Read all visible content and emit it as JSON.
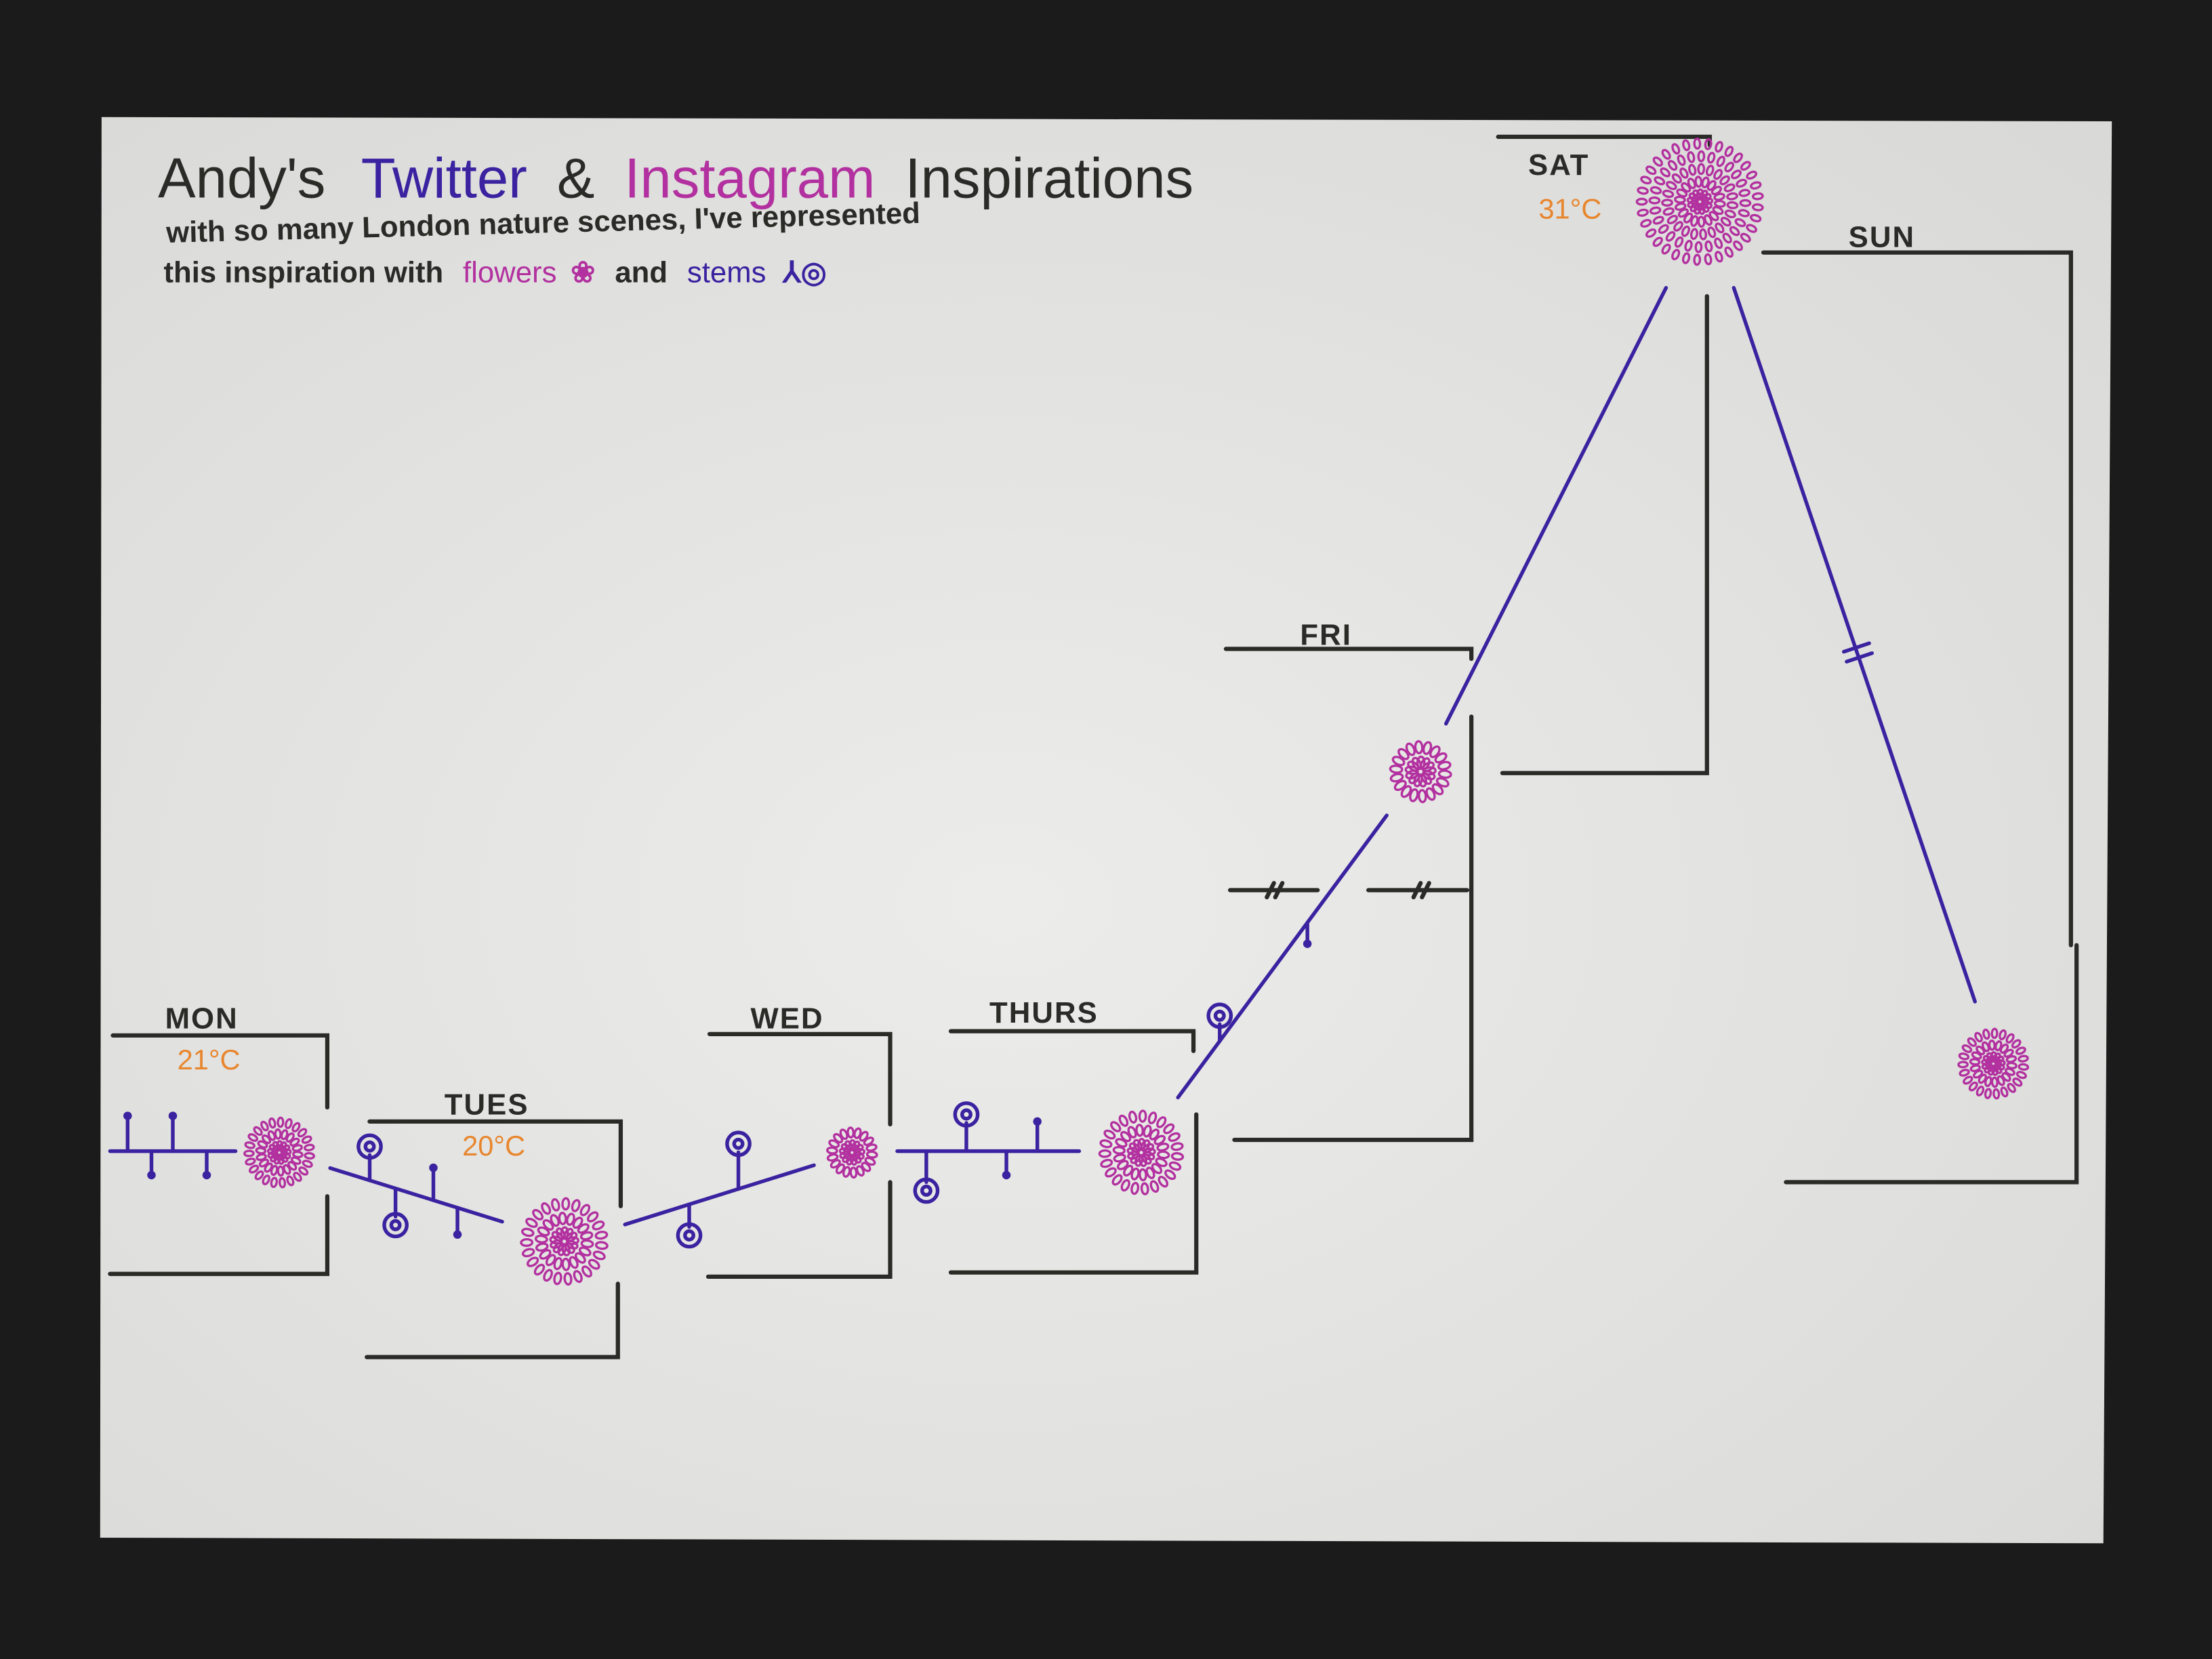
{
  "title": {
    "part1": "Andy's",
    "part2": "Twitter",
    "part3": "&",
    "part4": "Instagram",
    "part5": "Inspirations"
  },
  "subtitle": {
    "line1": "with so many London nature scenes, I've represented",
    "line2_a": "this inspiration with",
    "line2_flowers": "flowers",
    "line2_b": "and",
    "line2_stems": "stems"
  },
  "colors": {
    "ink": "#2a2a26",
    "twitter": "#3a22a0",
    "instagram": "#b2309f",
    "temperature": "#e8862e",
    "paper": "#e4e4e2",
    "background": "#1b1b1b"
  },
  "chart_data": {
    "type": "line",
    "title": "Andy's Twitter & Instagram Inspirations",
    "categories": [
      "MON",
      "TUES",
      "WED",
      "THURS",
      "FRI",
      "SAT",
      "SUN"
    ],
    "temperatures_c": [
      21,
      20,
      null,
      null,
      null,
      31,
      null
    ],
    "temperature_labels": [
      "21°C",
      "20°C",
      "",
      "",
      "",
      "31°C",
      ""
    ],
    "legend": [
      {
        "name": "flowers",
        "meaning": "Instagram"
      },
      {
        "name": "stems",
        "meaning": "Twitter"
      }
    ]
  }
}
